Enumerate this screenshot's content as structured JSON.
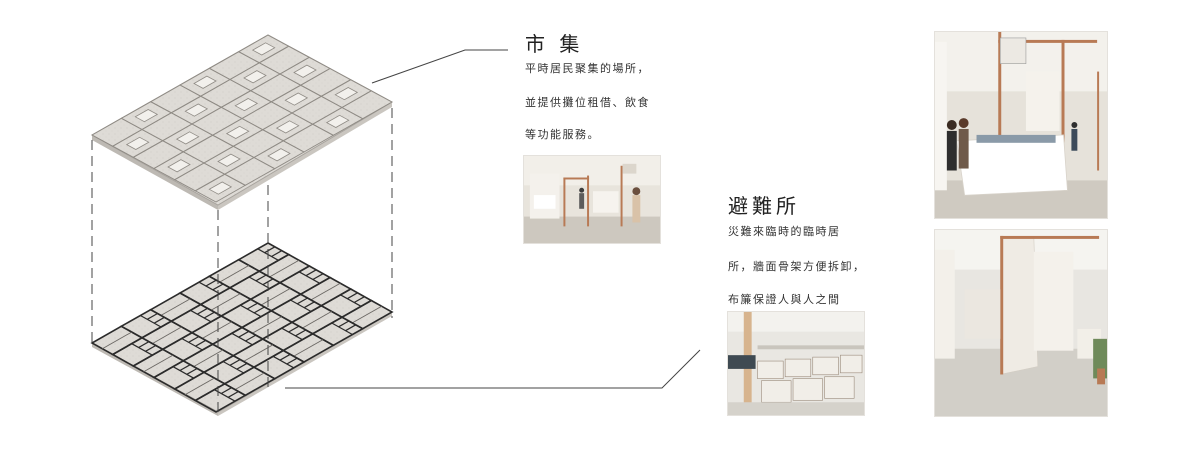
{
  "market": {
    "title": "市 集",
    "lines": [
      "平時居民聚集的場所，",
      "並提供攤位租借、飲食",
      "等功能服務。"
    ]
  },
  "shelter": {
    "title": "避難所",
    "lines": [
      "災難來臨時的臨時居",
      "所，牆面骨架方便拆卸，",
      "布簾保證人與人之間"
    ]
  },
  "colors": {
    "floor": "#dcd9d4",
    "floor_line": "#a8a49e",
    "frame_dark": "#2b2b2b",
    "copper": "#b87a55",
    "curtain": "#efebe4"
  }
}
